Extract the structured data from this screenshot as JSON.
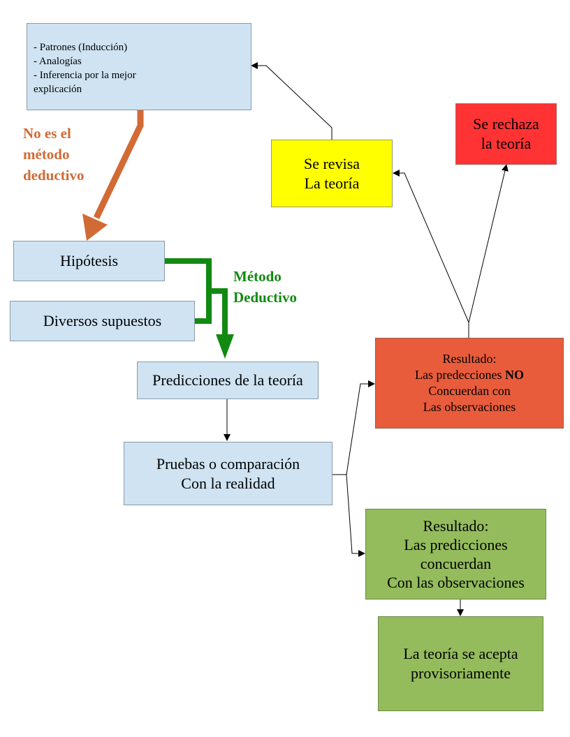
{
  "boxes": {
    "sources": {
      "lines": [
        "- Patrones (Inducción)",
        "- Analogías",
        "- Inferencia por la mejor",
        "explicación"
      ]
    },
    "revisa": {
      "lines": [
        "Se revisa",
        "La teoría"
      ]
    },
    "rechaza": {
      "lines": [
        "Se rechaza",
        "la teoría"
      ]
    },
    "hipotesis": {
      "text": "Hipótesis"
    },
    "supuestos": {
      "text": "Diversos supuestos"
    },
    "predicciones": {
      "text": "Predicciones de la teoría"
    },
    "pruebas": {
      "lines": [
        "Pruebas o comparación",
        "Con la realidad"
      ]
    },
    "resultado_no": {
      "line1": "Resultado:",
      "line2_pre": "Las predecciones ",
      "line2_bold": "NO",
      "line3": "Concuerdan con",
      "line4": "Las observaciones"
    },
    "resultado_si": {
      "lines": [
        "Resultado:",
        "Las predicciones",
        "concuerdan",
        "Con las observaciones"
      ]
    },
    "acepta": {
      "lines": [
        "La teoría se acepta",
        "provisoriamente"
      ]
    }
  },
  "labels": {
    "no_deductivo": [
      "No es el",
      "método",
      "deductivo"
    ],
    "metodo_deductivo": [
      "Método",
      "Deductivo"
    ]
  },
  "colors": {
    "light_blue": "#cfe3f2",
    "yellow": "#ffff00",
    "red": "#ff3333",
    "orange_red": "#e85c3c",
    "green": "#94bc5c",
    "orange_arrow": "#d26a35",
    "green_arrow": "#128a12"
  }
}
